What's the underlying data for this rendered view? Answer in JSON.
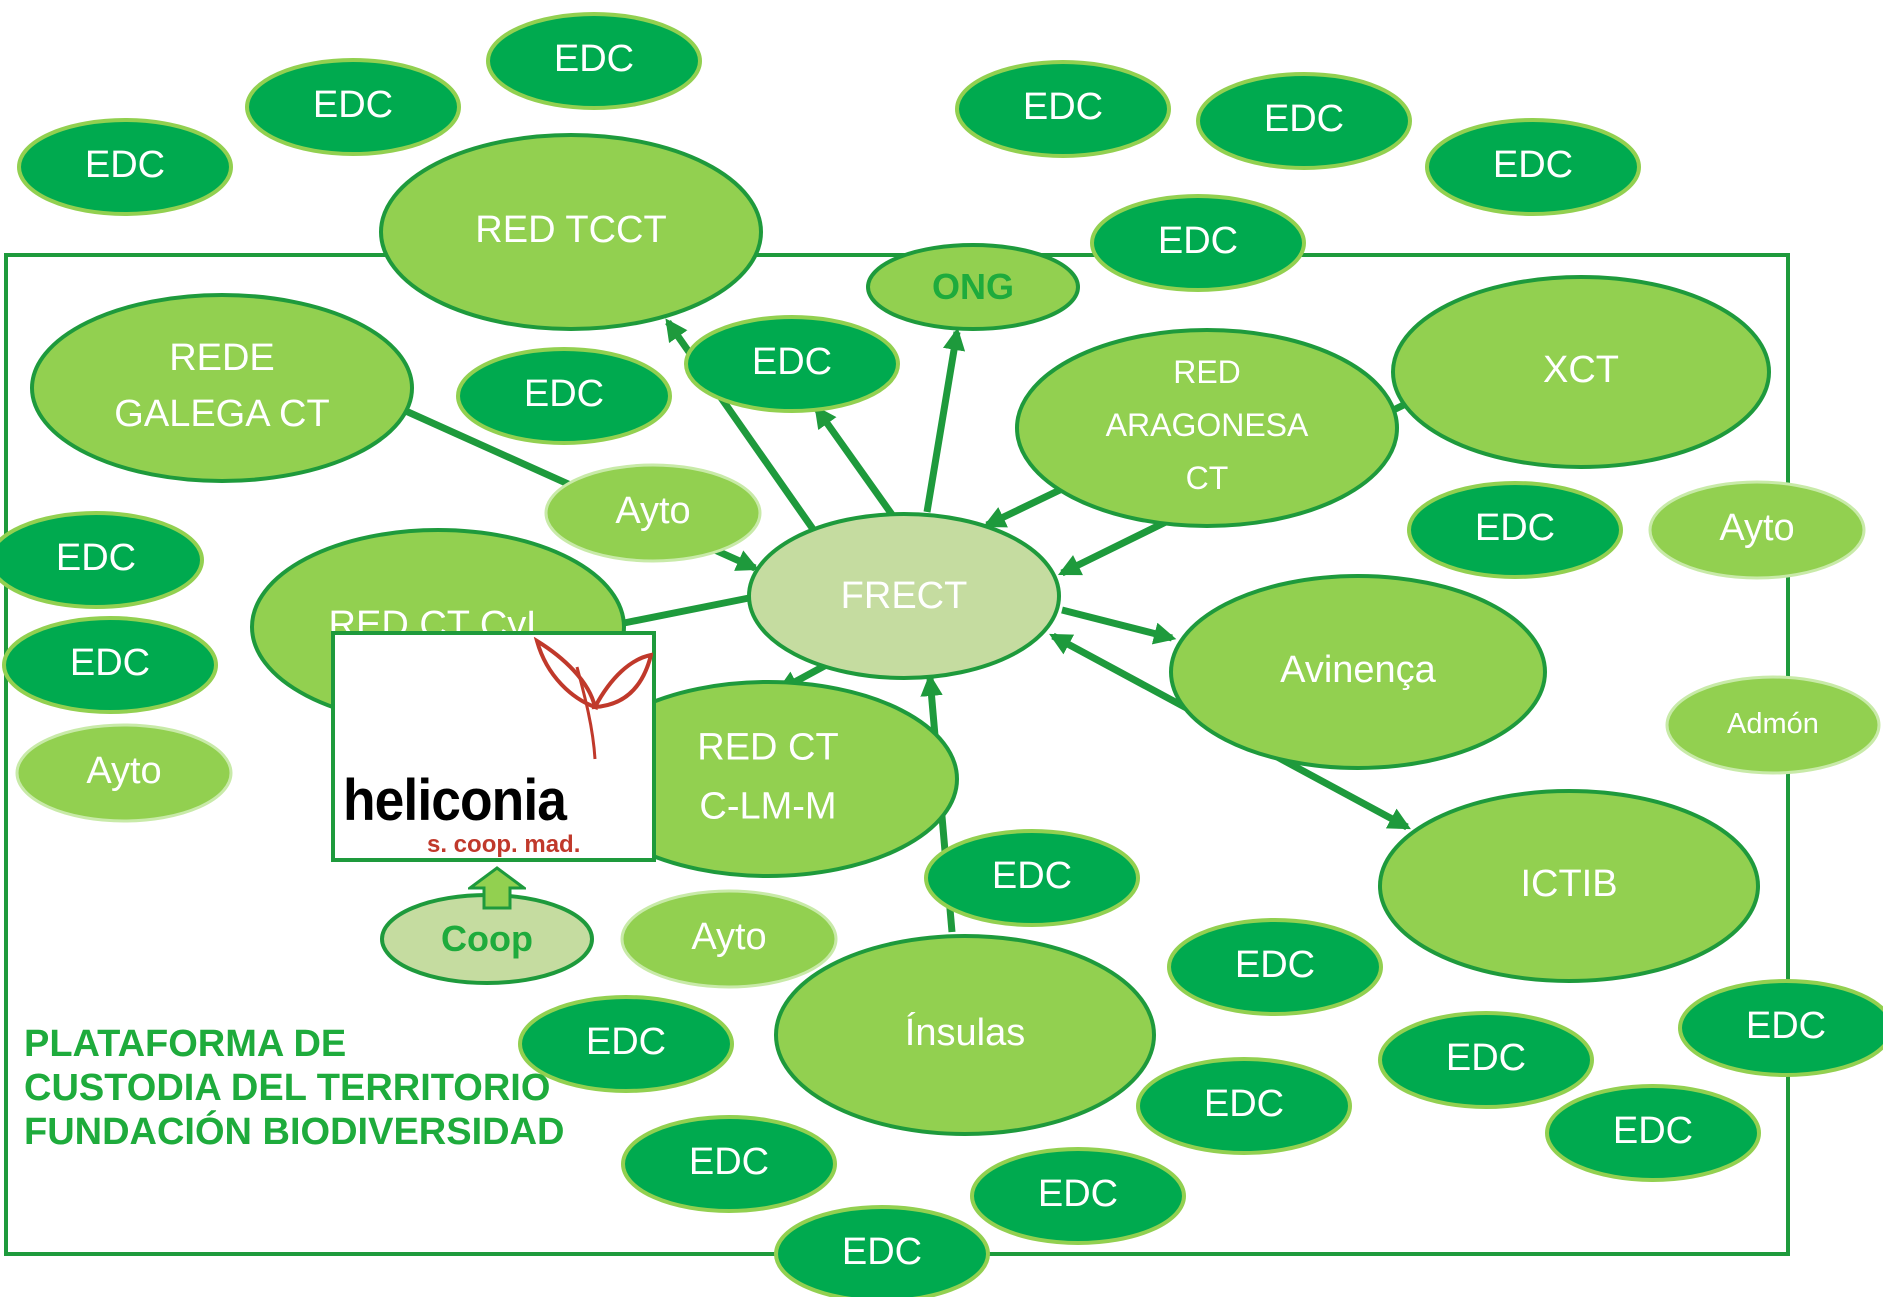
{
  "center": {
    "label": "FRECT"
  },
  "networks": [
    {
      "id": "red-tcct",
      "lines": [
        "RED TCCT"
      ]
    },
    {
      "id": "rede-galega",
      "lines": [
        "REDE",
        "GALEGA CT"
      ]
    },
    {
      "id": "red-aragonesa",
      "lines": [
        "RED",
        "ARAGONESA",
        "CT"
      ]
    },
    {
      "id": "xct",
      "lines": [
        "XCT"
      ]
    },
    {
      "id": "red-ct-cyl",
      "lines": [
        "RED CT CyL"
      ]
    },
    {
      "id": "avinenca",
      "lines": [
        "Avinença"
      ]
    },
    {
      "id": "red-ct-clmm",
      "lines": [
        "RED CT",
        "C-LM-M"
      ]
    },
    {
      "id": "ictib",
      "lines": [
        "ICTIB"
      ]
    },
    {
      "id": "insulas",
      "lines": [
        "Ínsulas"
      ]
    }
  ],
  "ong": {
    "label": "ONG"
  },
  "coop": {
    "label": "Coop"
  },
  "edc_label": "EDC",
  "ayto_label": "Ayto",
  "admon_label": "Admón",
  "platform": {
    "lines": [
      "PLATAFORMA DE",
      "CUSTODIA DEL TERRITORIO",
      "FUNDACIÓN BIODIVERSIDAD"
    ]
  },
  "logo": {
    "brand": "heliconia",
    "subtitle": "s. coop. mad."
  },
  "colors": {
    "dark_green": "#00aa4f",
    "light_green": "#92d050",
    "pale_green": "#c5dca0",
    "border_green": "#1e9a3c",
    "title_green": "#1eab3c"
  }
}
